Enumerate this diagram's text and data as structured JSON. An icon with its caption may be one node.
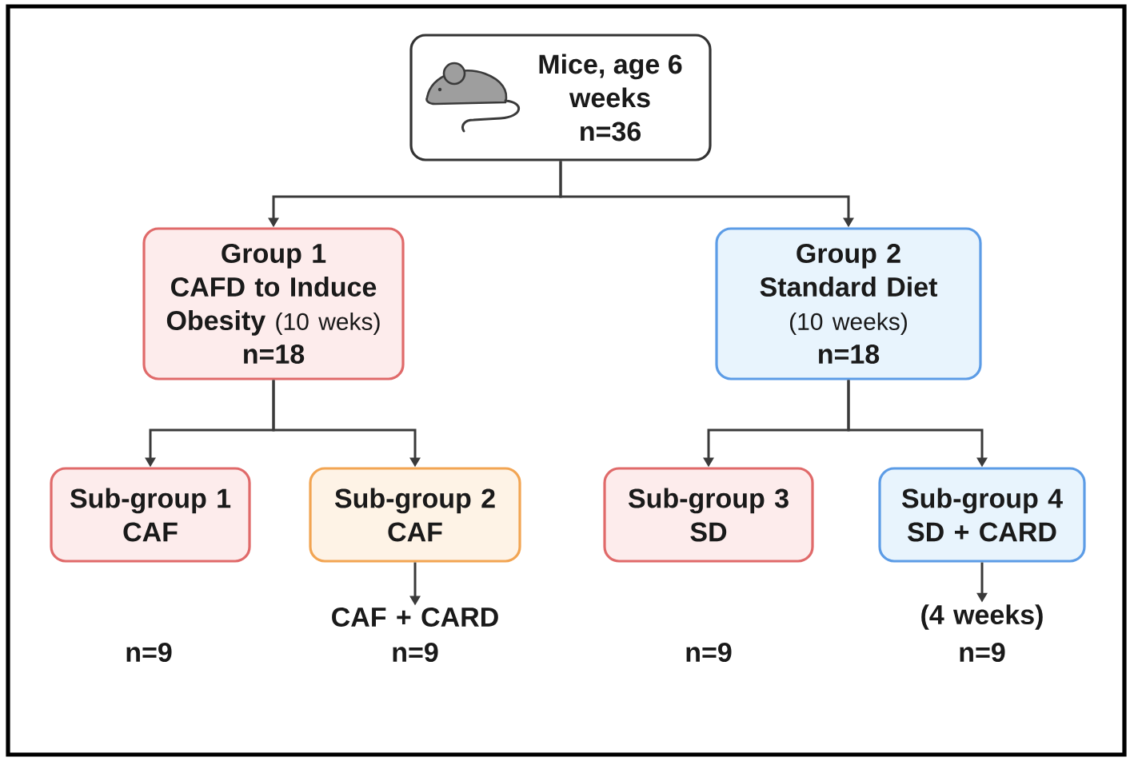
{
  "diagram": {
    "nodes": [
      {
        "text": [
          "Mice, age 6 weeks",
          "n=36"
        ]
      },
      {
        "text": [
          "Group 1",
          "CAFD to Induce Obesity",
          "(10 weks)",
          "n=18"
        ]
      },
      {
        "text": [
          "Group 2",
          "Standard Diet",
          "(10 weeks)",
          "n=18"
        ]
      },
      {
        "text": [
          "Sub-group 1",
          "CAF"
        ]
      },
      {
        "text": [
          "Sub-group 2",
          "CAF"
        ]
      },
      {
        "text": [
          "Sub-group 3",
          "SD"
        ]
      },
      {
        "text": [
          "Sub-group 4",
          "SD + CARD"
        ]
      },
      {
        "text": [
          "CAF + CARD"
        ]
      },
      {
        "text": [
          "(4 weeks)"
        ]
      }
    ],
    "edges": [
      {
        "from": 0,
        "to": 1,
        "arrow": "to"
      },
      {
        "from": 0,
        "to": 2,
        "arrow": "to"
      },
      {
        "from": 1,
        "to": 3,
        "arrow": "to"
      },
      {
        "from": 1,
        "to": 4,
        "arrow": "to"
      },
      {
        "from": 2,
        "to": 5,
        "arrow": "to"
      },
      {
        "from": 2,
        "to": 6,
        "arrow": "to"
      },
      {
        "from": 4,
        "to": 7,
        "arrow": "to"
      },
      {
        "from": 6,
        "to": 8,
        "arrow": "to"
      }
    ],
    "labels": [
      "n=9",
      "n=9",
      "n=9",
      "n=9"
    ]
  }
}
